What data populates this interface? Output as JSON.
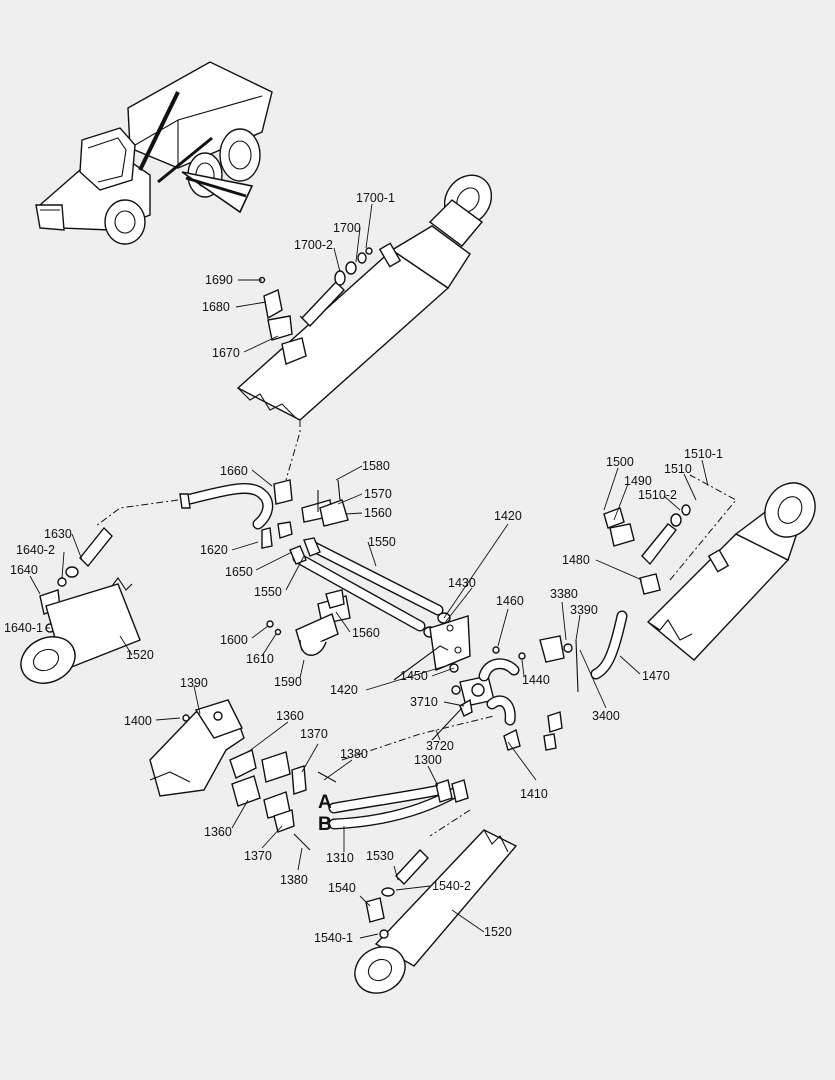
{
  "callouts": [
    {
      "id": "c1700_1",
      "text": "1700-1"
    },
    {
      "id": "c1700",
      "text": "1700"
    },
    {
      "id": "c1700_2",
      "text": "1700-2"
    },
    {
      "id": "c1690",
      "text": "1690"
    },
    {
      "id": "c1680",
      "text": "1680"
    },
    {
      "id": "c1670",
      "text": "1670"
    },
    {
      "id": "c1660",
      "text": "1660"
    },
    {
      "id": "c1580",
      "text": "1580"
    },
    {
      "id": "c1570",
      "text": "1570"
    },
    {
      "id": "c1560a",
      "text": "1560"
    },
    {
      "id": "c1550a",
      "text": "1550"
    },
    {
      "id": "c1620",
      "text": "1620"
    },
    {
      "id": "c1650",
      "text": "1650"
    },
    {
      "id": "c1550b",
      "text": "1550"
    },
    {
      "id": "c1560b",
      "text": "1560"
    },
    {
      "id": "c1630",
      "text": "1630"
    },
    {
      "id": "c1640_2",
      "text": "1640-2"
    },
    {
      "id": "c1640",
      "text": "1640"
    },
    {
      "id": "c1640_1",
      "text": "1640-1"
    },
    {
      "id": "c1520a",
      "text": "1520"
    },
    {
      "id": "c1600",
      "text": "1600"
    },
    {
      "id": "c1610",
      "text": "1610"
    },
    {
      "id": "c1590",
      "text": "1590"
    },
    {
      "id": "c1420a",
      "text": "1420"
    },
    {
      "id": "c1430",
      "text": "1430"
    },
    {
      "id": "c1460",
      "text": "1460"
    },
    {
      "id": "c1420b",
      "text": "1420"
    },
    {
      "id": "c1450",
      "text": "1450"
    },
    {
      "id": "c1440",
      "text": "1440"
    },
    {
      "id": "c3380",
      "text": "3380"
    },
    {
      "id": "c3390",
      "text": "3390"
    },
    {
      "id": "c3400",
      "text": "3400"
    },
    {
      "id": "c1500",
      "text": "1500"
    },
    {
      "id": "c1490",
      "text": "1490"
    },
    {
      "id": "c1510",
      "text": "1510"
    },
    {
      "id": "c1510_1",
      "text": "1510-1"
    },
    {
      "id": "c1510_2",
      "text": "1510-2"
    },
    {
      "id": "c1480",
      "text": "1480"
    },
    {
      "id": "c1470",
      "text": "1470"
    },
    {
      "id": "c1390",
      "text": "1390"
    },
    {
      "id": "c1400",
      "text": "1400"
    },
    {
      "id": "c1360a",
      "text": "1360"
    },
    {
      "id": "c1370a",
      "text": "1370"
    },
    {
      "id": "c1380a",
      "text": "1380"
    },
    {
      "id": "c3710",
      "text": "3710"
    },
    {
      "id": "c3720",
      "text": "3720"
    },
    {
      "id": "c1300",
      "text": "1300"
    },
    {
      "id": "c1410",
      "text": "1410"
    },
    {
      "id": "c1360b",
      "text": "1360"
    },
    {
      "id": "c1370b",
      "text": "1370"
    },
    {
      "id": "c1380b",
      "text": "1380"
    },
    {
      "id": "c1310",
      "text": "1310"
    },
    {
      "id": "c1530",
      "text": "1530"
    },
    {
      "id": "c1540",
      "text": "1540"
    },
    {
      "id": "c1540_2",
      "text": "1540-2"
    },
    {
      "id": "c1540_1",
      "text": "1540-1"
    },
    {
      "id": "c1520b",
      "text": "1520"
    }
  ],
  "hose_markers": {
    "a": "A",
    "b": "B"
  },
  "colors": {
    "background": "#efefef",
    "line": "#111111",
    "fill": "#ffffff"
  }
}
